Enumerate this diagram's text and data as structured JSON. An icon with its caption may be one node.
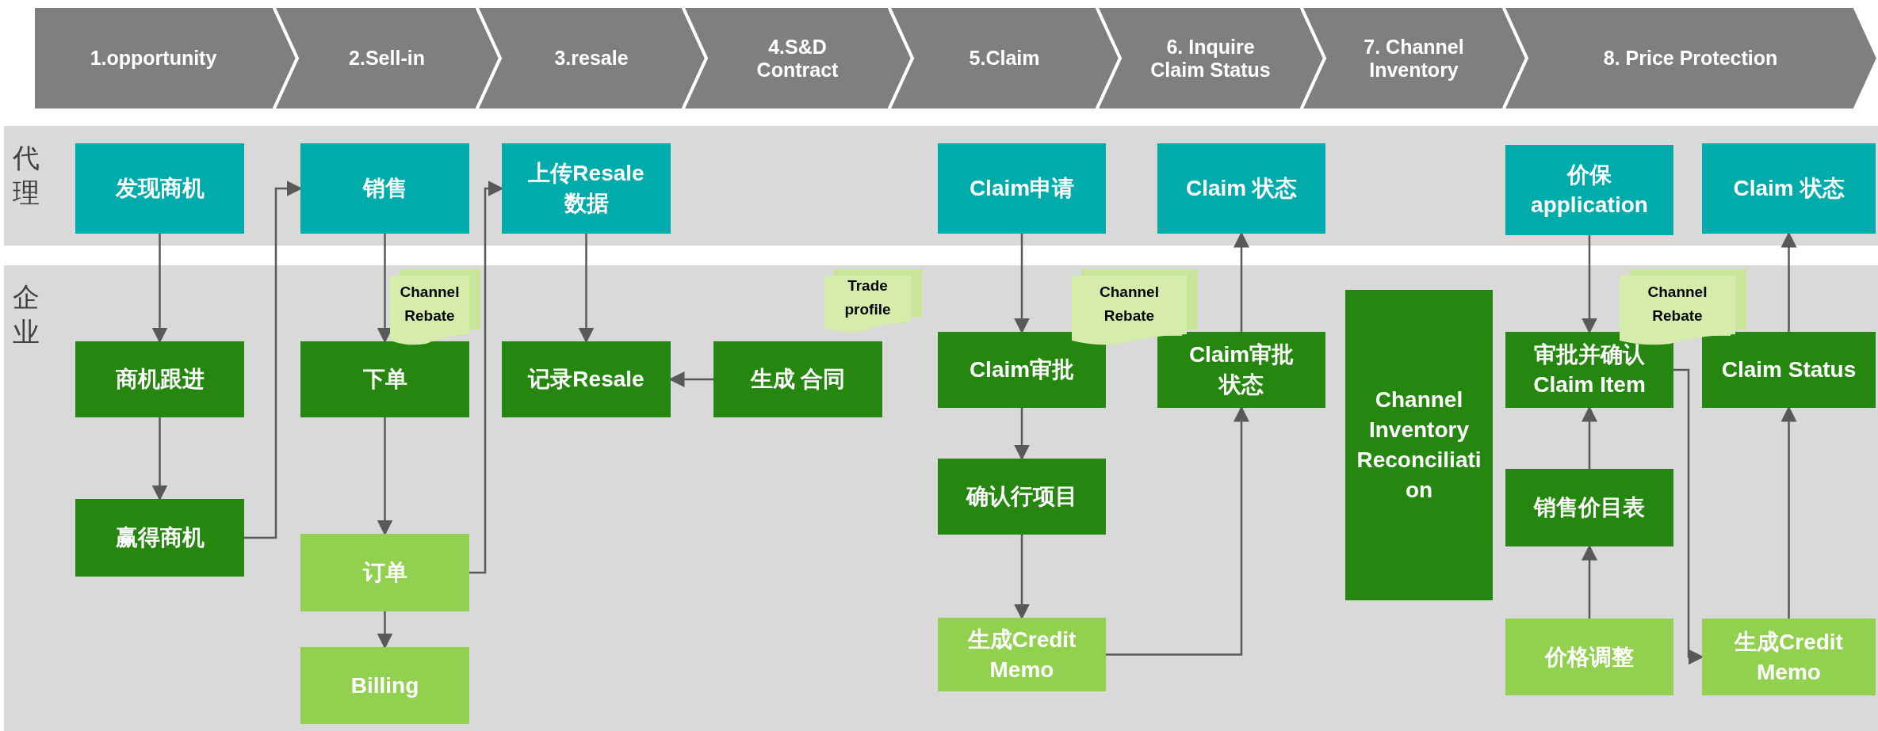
{
  "diagram": {
    "nodes": [
      {
        "text": [
          "1.opportunity"
        ]
      },
      {
        "text": [
          "2.Sell-in"
        ]
      },
      {
        "text": [
          "3.resale"
        ]
      },
      {
        "text": [
          "4.S&D Contract"
        ]
      },
      {
        "text": [
          "5.Claim"
        ]
      },
      {
        "text": [
          "6. Inquire Claim Status"
        ]
      },
      {
        "text": [
          "7. Channel Inventory"
        ]
      },
      {
        "text": [
          "8. Price Protection"
        ]
      },
      {
        "text": [
          "代理"
        ]
      },
      {
        "text": [
          "企业"
        ]
      },
      {
        "text": [
          "发现商机"
        ],
        "in": 8
      },
      {
        "text": [
          "销售"
        ],
        "in": 8
      },
      {
        "text": [
          "上传Resale数据"
        ],
        "in": 8
      },
      {
        "text": [
          "Claim申请"
        ],
        "in": 8
      },
      {
        "text": [
          "Claim 状态"
        ],
        "in": 8
      },
      {
        "text": [
          "价保application"
        ],
        "in": 8
      },
      {
        "text": [
          "Claim 状态"
        ],
        "in": 8
      },
      {
        "text": [
          "商机跟进"
        ],
        "in": 9
      },
      {
        "text": [
          "赢得商机"
        ],
        "in": 9
      },
      {
        "text": [
          "下单"
        ],
        "in": 9
      },
      {
        "text": [
          "订单"
        ],
        "in": 9
      },
      {
        "text": [
          "Billing"
        ],
        "in": 9
      },
      {
        "text": [
          "Channel Rebate"
        ],
        "in": 9
      },
      {
        "text": [
          "记录Resale"
        ],
        "in": 9
      },
      {
        "text": [
          "Trade profile"
        ],
        "in": 9
      },
      {
        "text": [
          "生成 合同"
        ],
        "in": 9
      },
      {
        "text": [
          "Claim审批"
        ],
        "in": 9
      },
      {
        "text": [
          "确认行项目"
        ],
        "in": 9
      },
      {
        "text": [
          "生成Credit Memo"
        ],
        "in": 9
      },
      {
        "text": [
          "Channel Rebate"
        ],
        "in": 9
      },
      {
        "text": [
          "Claim审批状态"
        ],
        "in": 9
      },
      {
        "text": [
          "Channel Inventory Reconciliation"
        ],
        "in": 9
      },
      {
        "text": [
          "审批并确认Claim Item"
        ],
        "in": 9
      },
      {
        "text": [
          "销售价目表"
        ],
        "in": 9
      },
      {
        "text": [
          "价格调整"
        ],
        "in": 9
      },
      {
        "text": [
          "Channel Rebate"
        ],
        "in": 9
      },
      {
        "text": [
          "Claim Status"
        ],
        "in": 9
      },
      {
        "text": [
          "生成Credit Memo"
        ],
        "in": 9
      }
    ],
    "edges": [
      {
        "from": 10,
        "to": 17,
        "arrow": "to"
      },
      {
        "from": 17,
        "to": 18,
        "arrow": "to"
      },
      {
        "from": 18,
        "to": 11,
        "arrow": "to"
      },
      {
        "from": 11,
        "to": 19,
        "arrow": "to"
      },
      {
        "from": 19,
        "to": 20,
        "arrow": "to"
      },
      {
        "from": 20,
        "to": 21,
        "arrow": "to"
      },
      {
        "from": 20,
        "to": 12,
        "arrow": "to"
      },
      {
        "from": 12,
        "to": 23,
        "arrow": "to"
      },
      {
        "from": 25,
        "to": 23,
        "arrow": "to"
      },
      {
        "from": 13,
        "to": 26,
        "arrow": "to"
      },
      {
        "from": 26,
        "to": 27,
        "arrow": "to"
      },
      {
        "from": 27,
        "to": 28,
        "arrow": "to"
      },
      {
        "from": 28,
        "to": 30,
        "arrow": "to"
      },
      {
        "from": 30,
        "to": 14,
        "arrow": "to"
      },
      {
        "from": 15,
        "to": 32,
        "arrow": "to"
      },
      {
        "from": 34,
        "to": 33,
        "arrow": "to"
      },
      {
        "from": 33,
        "to": 32,
        "arrow": "to"
      },
      {
        "from": 32,
        "to": 37,
        "arrow": "to"
      },
      {
        "from": 37,
        "to": 36,
        "arrow": "to"
      },
      {
        "from": 36,
        "to": 16,
        "arrow": "to"
      }
    ]
  }
}
